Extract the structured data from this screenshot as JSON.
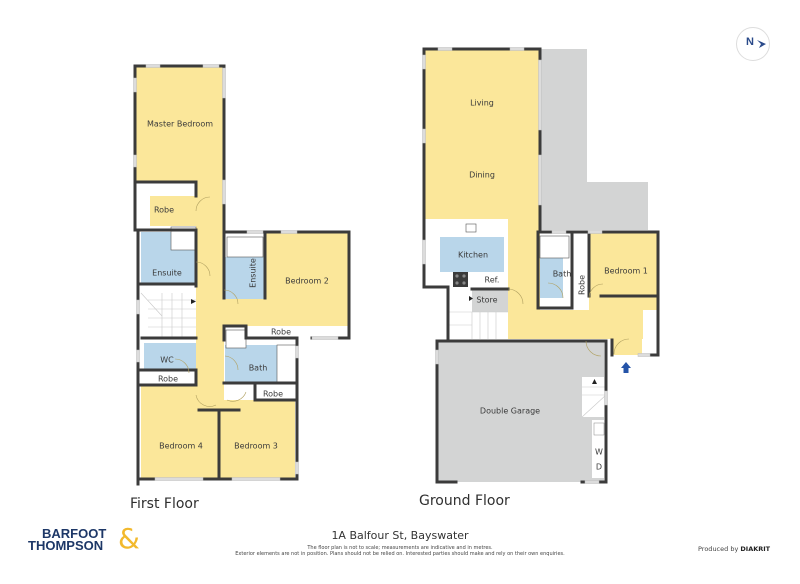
{
  "floors": {
    "first": {
      "title": "First Floor",
      "rooms": {
        "master_bedroom": "Master Bedroom",
        "robe_master": "Robe",
        "ensuite_master": "Ensuite",
        "ensuite_bed2": "Ensuite",
        "bedroom2": "Bedroom 2",
        "robe_bed2": "Robe",
        "wc": "WC",
        "robe_bed4": "Robe",
        "bath": "Bath",
        "robe_bed3": "Robe",
        "bedroom4": "Bedroom 4",
        "bedroom3": "Bedroom 3"
      }
    },
    "ground": {
      "title": "Ground Floor",
      "rooms": {
        "living": "Living",
        "dining": "Dining",
        "kitchen": "Kitchen",
        "ref": "Ref.",
        "store": "Store",
        "bath": "Bath",
        "robe": "Robe",
        "bedroom1": "Bedroom 1",
        "double_garage": "Double Garage",
        "washer": "W",
        "dryer": "D"
      }
    }
  },
  "footer": {
    "address": "1A Balfour St, Bayswater",
    "disclaimer_line1": "The floor plan is not to scale; measurements are indicative and in metres.",
    "disclaimer_line2": "Exterior elements are not in position. Plans should not be relied on. Interested parties should make and rely on their own enquiries.",
    "produced_by_prefix": "Produced by",
    "produced_by_brand": "DIAKRIT"
  },
  "logo": {
    "line1": "BARFOOT",
    "line2": "THOMPSON",
    "ampersand": "&"
  },
  "compass": {
    "label": "N"
  },
  "colors": {
    "living_yellow": "#fbe79a",
    "wet_blue": "#b9d6ea",
    "garage_grey": "#d3d4d4",
    "wall": "#3b3b3b",
    "brand_navy": "#1d3767",
    "brand_gold": "#f2b92d",
    "entry_arrow": "#2554a8"
  }
}
